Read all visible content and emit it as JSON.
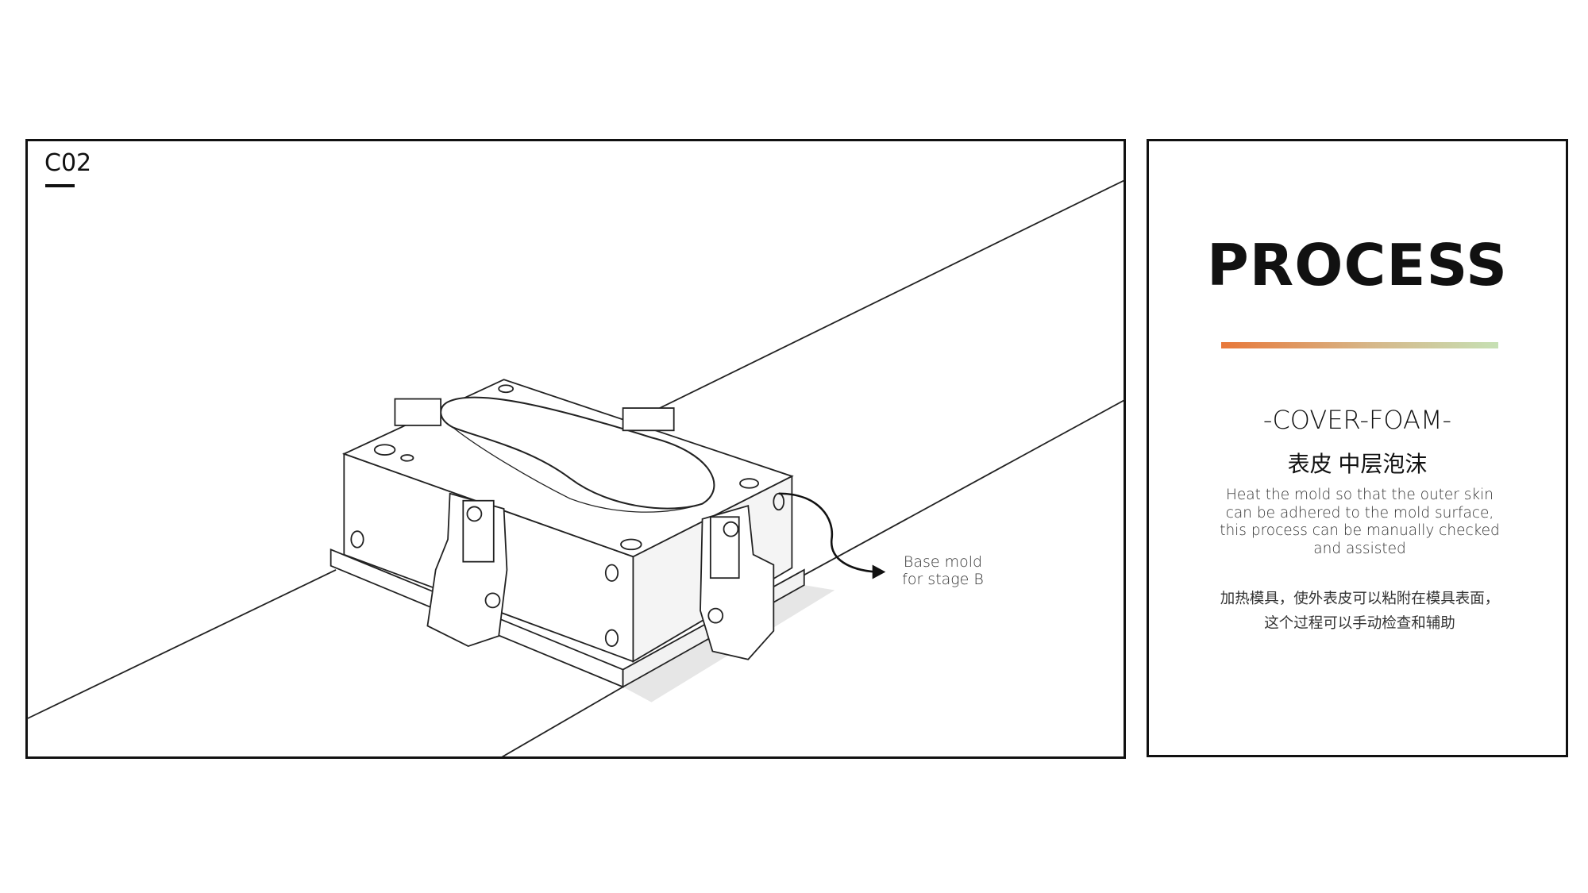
{
  "illustration": {
    "code": "C02",
    "callout": {
      "line1": "Base mold",
      "line2": "for stage B"
    }
  },
  "info": {
    "title": "PROCESS",
    "gradient_colors": [
      "#e8783a",
      "#c6e0b4"
    ],
    "subtitle": "-COVER-FOAM-",
    "subtitle_cn": "表皮 中层泡沫",
    "description": "Heat the mold so that the outer skin can be adhered to the mold surface, this process can be manually checked and assisted",
    "description_cn_line1": "加热模具，使外表皮可以粘附在模具表面，",
    "description_cn_line2": "这个过程可以手动检查和辅助"
  }
}
